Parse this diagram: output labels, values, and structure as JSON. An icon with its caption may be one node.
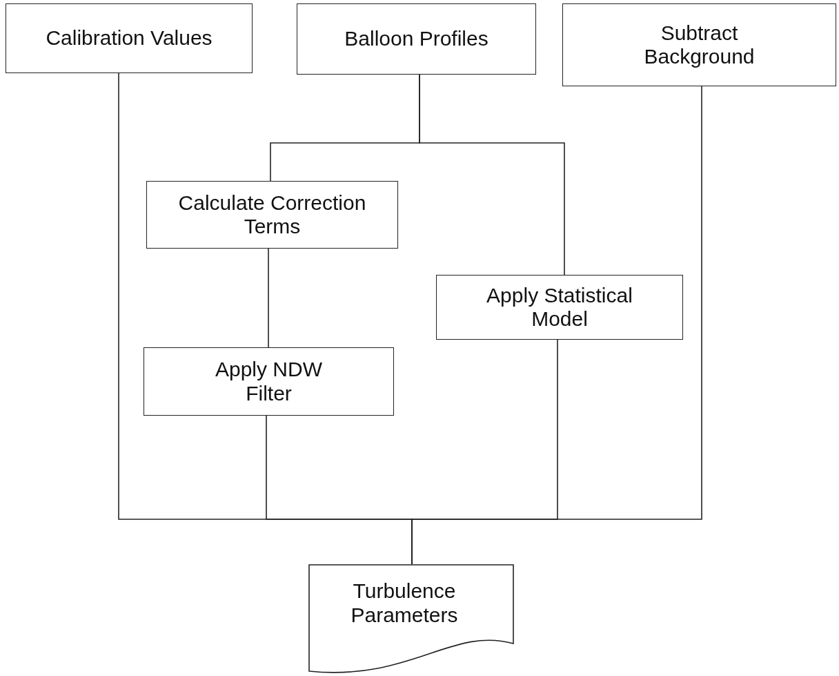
{
  "diagram": {
    "nodes": [
      {
        "text": [
          "Calibration Values"
        ]
      },
      {
        "text": [
          "Balloon Profiles"
        ]
      },
      {
        "text": [
          "Subtract Background"
        ]
      },
      {
        "text": [
          "Calculate Correction Terms"
        ]
      },
      {
        "text": [
          "Apply Statistical Model"
        ]
      },
      {
        "text": [
          "Apply NDW Filter"
        ]
      },
      {
        "text": [
          "Turbulence Parameters"
        ]
      }
    ],
    "edges": [
      {
        "from": 1,
        "to": 3,
        "arrow": "none"
      },
      {
        "from": 1,
        "to": 4,
        "arrow": "none"
      },
      {
        "from": 3,
        "to": 5,
        "arrow": "none"
      },
      {
        "from": 0,
        "to": 6,
        "arrow": "none"
      },
      {
        "from": 5,
        "to": 6,
        "arrow": "none"
      },
      {
        "from": 4,
        "to": 6,
        "arrow": "none"
      },
      {
        "from": 2,
        "to": 6,
        "arrow": "none"
      }
    ]
  }
}
